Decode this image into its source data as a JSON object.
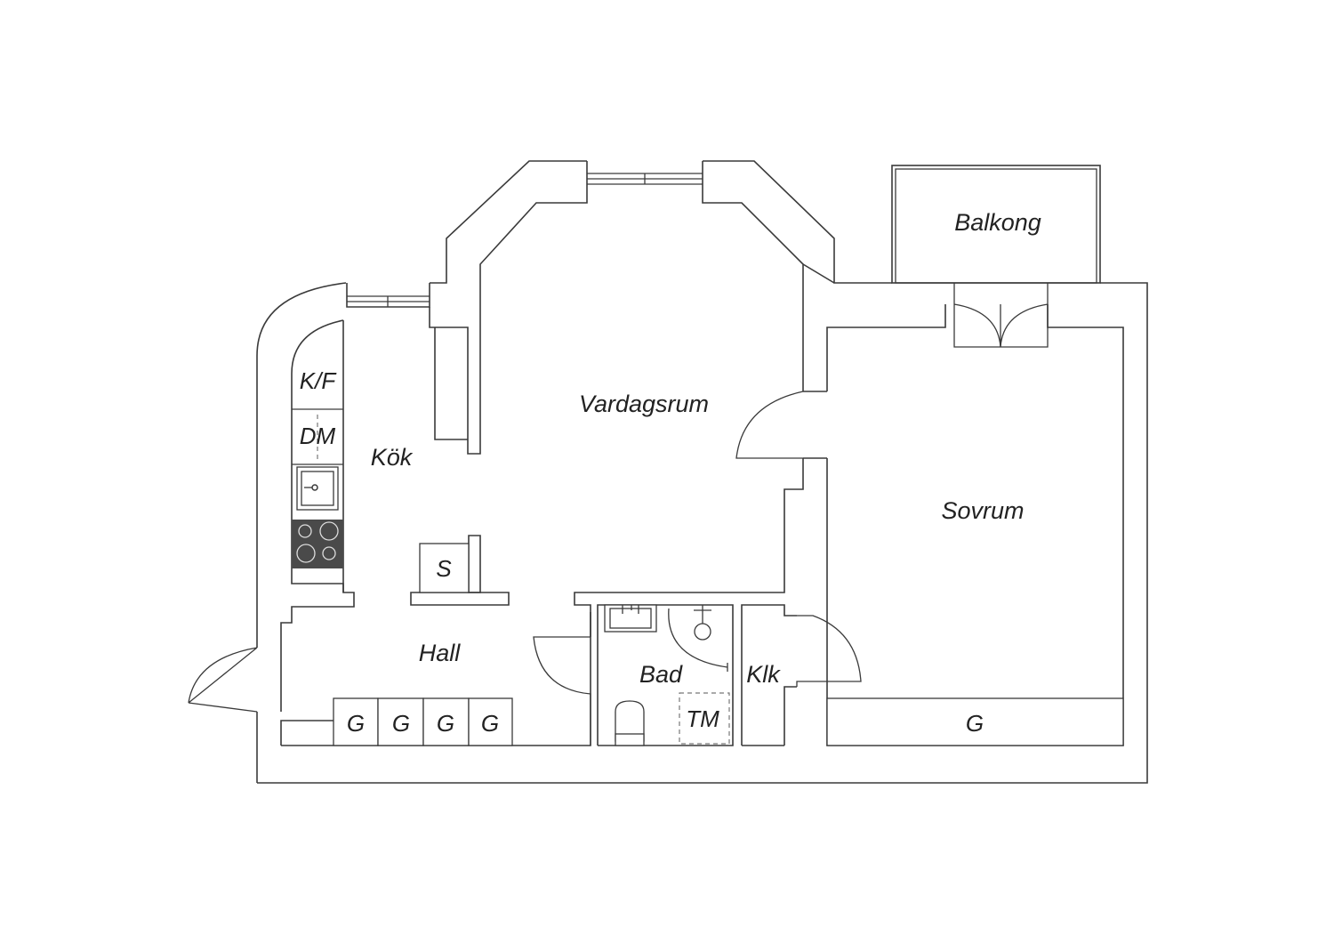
{
  "rooms": {
    "balcony": "Balkong",
    "living_room": "Vardagsrum",
    "kitchen": "Kök",
    "bedroom": "Sovrum",
    "hall": "Hall",
    "bathroom": "Bad",
    "closet": "Klk"
  },
  "fixtures": {
    "fridge_freezer": "K/F",
    "dishwasher": "DM",
    "cabinet_s": "S",
    "washing_machine": "TM",
    "hall_wardrobes": [
      "G",
      "G",
      "G",
      "G"
    ],
    "bedroom_wardrobe": "G"
  },
  "colors": {
    "wall": "#3a3a3a",
    "stove": "#4a4a4a",
    "background": "#ffffff"
  }
}
